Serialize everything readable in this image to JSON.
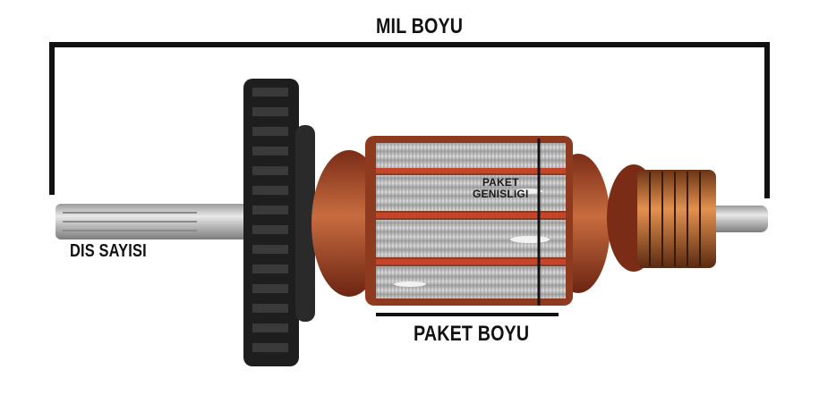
{
  "labels": {
    "mil_boyu": "MIL BOYU",
    "dis_sayisi": "DIS SAYISI",
    "paket_boyu": "PAKET BOYU",
    "paket_genisligi_line1": "PAKET",
    "paket_genisligi_line2": "GENISLIGI"
  },
  "colors": {
    "annotation": "#111111",
    "copper": "#b5542e",
    "laminations": "#c9c9c9",
    "gear": "#1e1e1e",
    "shaft": "#d2d2d2"
  }
}
